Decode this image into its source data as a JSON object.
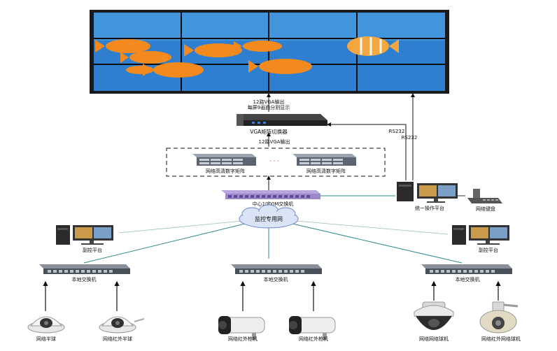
{
  "labels": {
    "vga_out_top_1": "12路VGA输出",
    "vga_out_top_2": "每屏9画面分割显示",
    "vga_matrix": "VGA矩阵切换器",
    "vga_out_mid": "12路VGA输出",
    "decoder_left": "网络高清数字矩阵",
    "decoder_right": "网络高清数字矩阵",
    "decoder_dots": "· · ·",
    "core_switch": "中心1000M交换机",
    "network": "监控专用网",
    "rs232_a": "RS232",
    "rs232_b": "RS232",
    "operator_platform": "统一操作平台",
    "network_keyboard": "网络键盘",
    "sub_platform_left": "副控平台",
    "sub_platform_right": "副控平台",
    "local_switch_left": "本地交换机",
    "local_switch_mid": "本地交换机",
    "local_switch_right": "本地交换机",
    "cam_1": "网络半球",
    "cam_2": "网络红外半球",
    "cam_3": "网络红外枪机",
    "cam_4": "网络红外枪机",
    "cam_5": "网络网络球机",
    "cam_6": "网络红外网络球机"
  },
  "colors": {
    "video_wall_water": "#2f7fd0",
    "fish": "#f28a1e",
    "cloud": "#dbe4f6",
    "matrix_switch": "#9a88c8",
    "link_line": "#2e8b8b"
  }
}
